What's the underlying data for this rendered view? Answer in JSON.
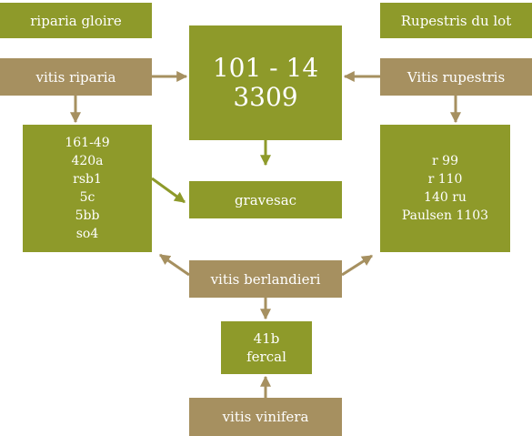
{
  "nodes": {
    "riparia_gloire": {
      "label": "riparia gloire"
    },
    "rupestris_du_lot": {
      "label": "Rupestris du lot"
    },
    "vitis_riparia": {
      "label": "vitis riparia"
    },
    "vitis_rupestris": {
      "label": "Vitis rupestris"
    },
    "center": {
      "lines": [
        "101 - 14",
        "3309"
      ]
    },
    "riparia_hybrids": {
      "lines": [
        "161-49",
        "420a",
        "rsb1",
        "5c",
        "5bb",
        "so4"
      ]
    },
    "rupestris_hybrids": {
      "lines": [
        "r 99",
        "r 110",
        "140 ru",
        "Paulsen 1103"
      ]
    },
    "gravesac": {
      "label": "gravesac"
    },
    "vitis_berlandieri": {
      "label": "vitis berlandieri"
    },
    "berlandieri_vinifera": {
      "lines": [
        "41b",
        "fercal"
      ]
    },
    "vitis_vinifera": {
      "label": "vitis vinifera"
    }
  },
  "colors": {
    "hybrid": "#8e9a2a",
    "species": "#a69060",
    "arrow": "#a69060"
  }
}
